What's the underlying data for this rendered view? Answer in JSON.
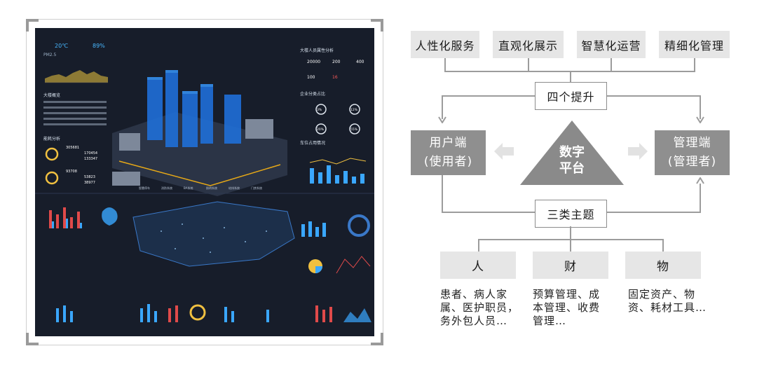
{
  "top_features": [
    "人性化服务",
    "直观化展示",
    "智慧化运营",
    "精细化管理"
  ],
  "upgrade_label": "四个提升",
  "user_side": {
    "line1": "用户端",
    "line2": "(使用者)"
  },
  "admin_side": {
    "line1": "管理端",
    "line2": "(管理者)"
  },
  "platform": {
    "line1": "数字",
    "line2": "平台"
  },
  "themes_label": "三类主题",
  "categories": [
    {
      "label": "人",
      "desc": [
        "患者、病人家",
        "属、医护职员，",
        "务外包人员…"
      ]
    },
    {
      "label": "财",
      "desc": [
        "预算管理、成",
        "本管理、收费",
        "管理…"
      ]
    },
    {
      "label": "物",
      "desc": [
        "固定资产、物",
        "资、耗材工具…"
      ]
    }
  ],
  "dashboard": {
    "stat1": "20℃",
    "stat2": "89%",
    "pm_label": "PM2.5",
    "section1": "大楼概览",
    "section2": "能耗分析",
    "right_title1": "大楼人员属性分析",
    "right_title2": "企业分类占比",
    "right_title3": "车位占用情况",
    "n1": "20000",
    "n2": "200",
    "n3": "400",
    "n4": "100",
    "n5": "16",
    "pct1": "3%",
    "pct2": "12%",
    "pct3": "20%",
    "pct4": "55%",
    "e1": "305681",
    "e2": "170454",
    "e3": "133347",
    "e4": "93708",
    "e5": "53823",
    "e6": "38977",
    "icons": [
      "智慧停车",
      "消防系统",
      "BA系统",
      "照明系统",
      "给排系统",
      "门禁系统"
    ]
  },
  "colors": {
    "box_gray": "#e6e6e6",
    "side_gray": "#8f8f8f",
    "connector": "#9c9c9c",
    "dash_bg": "#171d2a",
    "accent_blue": "#3aa7ff",
    "accent_red": "#e04a4a"
  }
}
